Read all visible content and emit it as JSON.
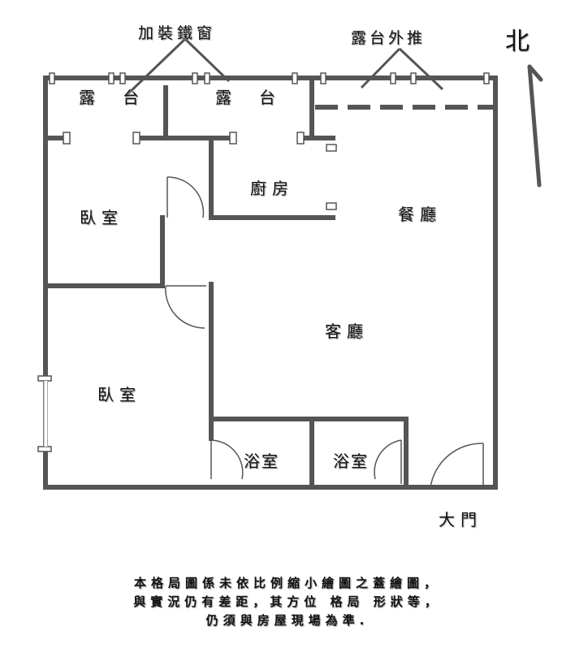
{
  "annotations": {
    "iron_window": "加裝鐵窗",
    "balcony_push": "露台外推",
    "north": "北"
  },
  "rooms": {
    "balcony_left": "露　台",
    "balcony_right": "露　台",
    "kitchen": "廚房",
    "bedroom_1": "臥室",
    "dining": "餐廳",
    "living": "客廳",
    "bedroom_2": "臥室",
    "bath_1": "浴室",
    "bath_2": "浴室",
    "main_door": "大門"
  },
  "disclaimer": {
    "line1": "本格局圖係未依比例縮小繪圖之蓋繪圖，",
    "line2": "與實況仍有差距，其方位 格局 形狀等，",
    "line3": "仍須與房屋現場為準."
  },
  "colors": {
    "wall": "#555555",
    "text": "#111111",
    "shadow": "#9a9a9a"
  }
}
